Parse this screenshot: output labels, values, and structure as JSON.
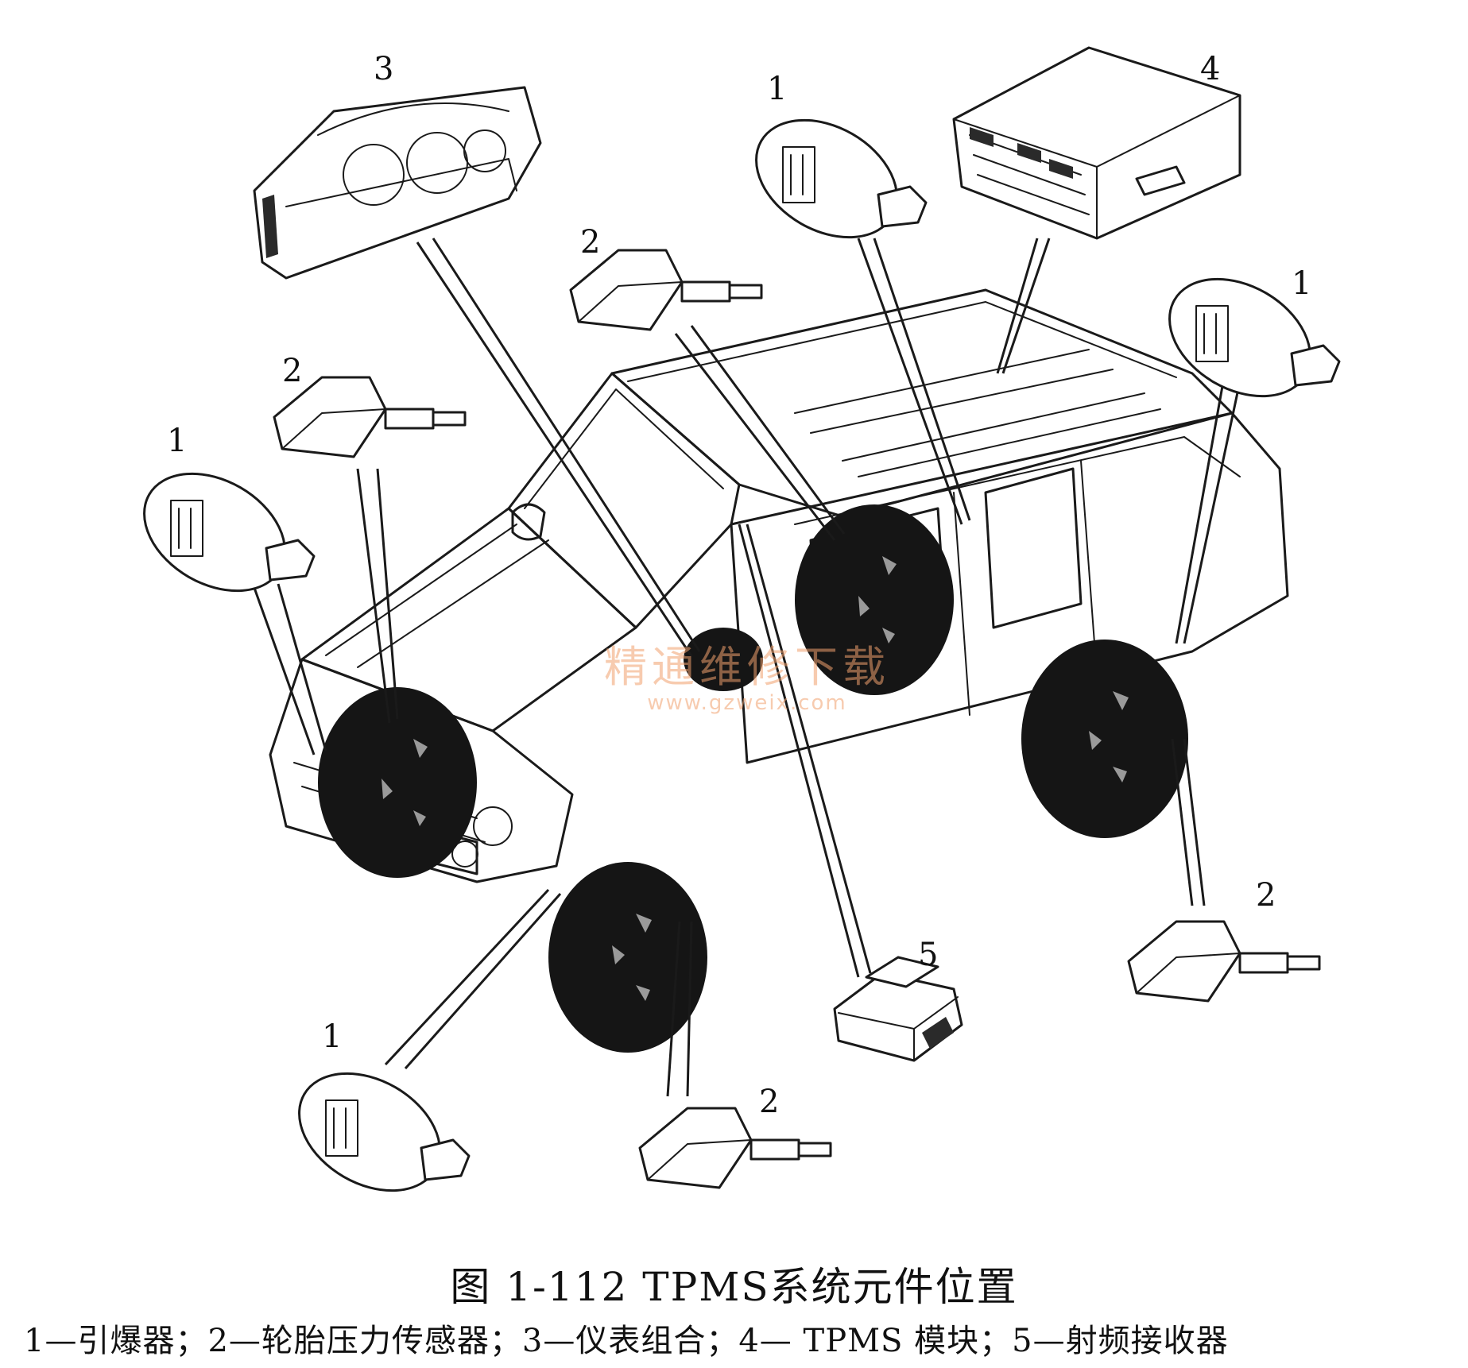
{
  "figure": {
    "caption": "图 1-112   TPMS系统元件位置",
    "legend": "1—引爆器；2—轮胎压力传感器；3—仪表组合；4— TPMS 模块；5—射频接收器"
  },
  "callouts": {
    "instrument_cluster": "3",
    "tpms_module": "4",
    "trigger_front_left": "1",
    "trigger_rear_top": "1",
    "trigger_rear_right": "1",
    "trigger_front_bottom": "1",
    "sensor_top_center": "2",
    "sensor_left": "2",
    "sensor_right": "2",
    "sensor_bottom": "2",
    "rf_receiver": "5"
  },
  "watermark": {
    "line1": "精通维修下载",
    "line2": "www.gzweix.com"
  }
}
